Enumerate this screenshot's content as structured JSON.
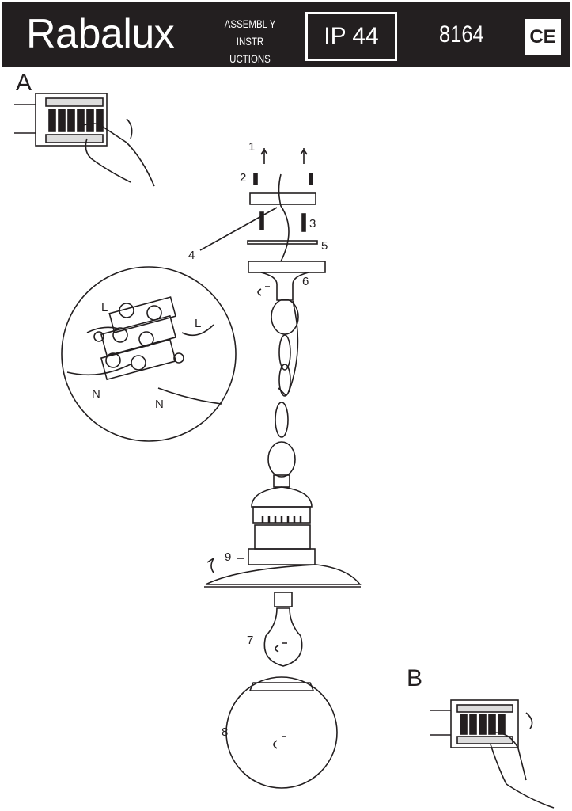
{
  "header": {
    "brand": "Rabalux",
    "doc_type_line1": "ASSEMBL Y",
    "doc_type_line2": "INSTR UCTIONS",
    "ip_rating": "IP 44",
    "product_code": "8164",
    "certification": "CE"
  },
  "steps": {
    "a": "A",
    "b": "B"
  },
  "parts": [
    "1",
    "2",
    "3",
    "4",
    "5",
    "6",
    "7",
    "8",
    "9"
  ],
  "wiring": {
    "live1": "L",
    "live2": "L",
    "neutral1": "N",
    "neutral2": "N"
  }
}
